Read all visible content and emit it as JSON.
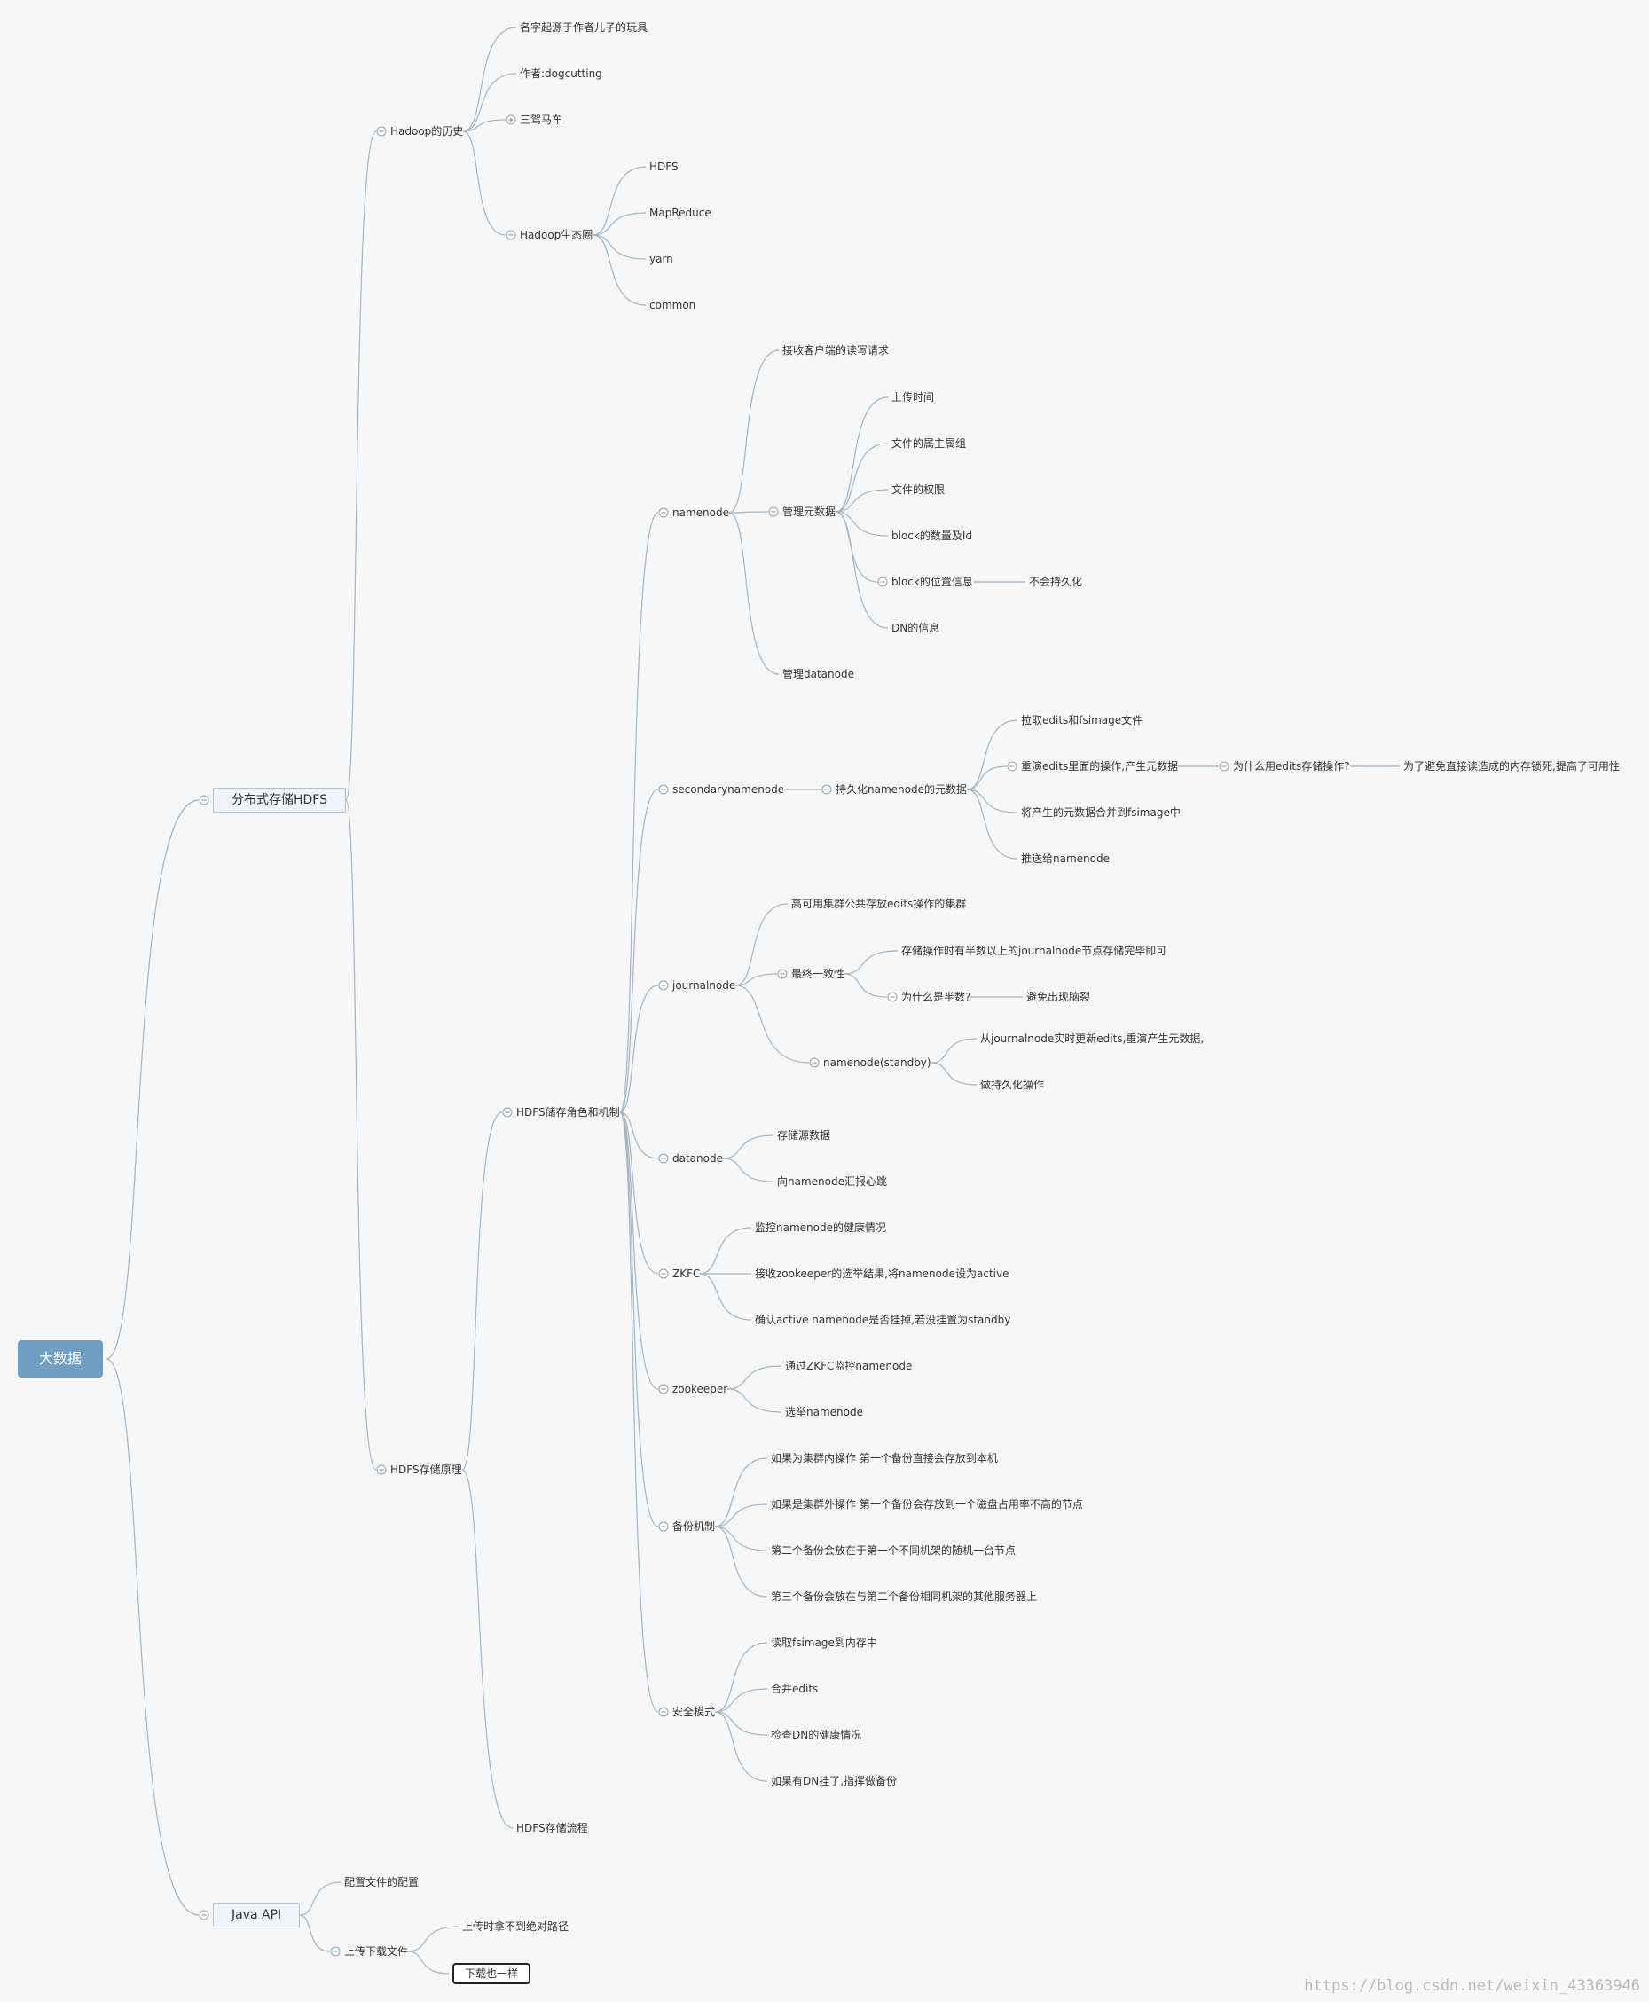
{
  "root": {
    "label": "大数据"
  },
  "n_hdfs": {
    "label": "分布式存储HDFS"
  },
  "n_hist": {
    "label": "Hadoop的历史"
  },
  "n_hist_name": {
    "label": "名字起源于作者儿子的玩具"
  },
  "n_hist_author": {
    "label": "作者:dogcutting"
  },
  "n_hist_3": {
    "label": "三驾马车"
  },
  "n_hist_eco": {
    "label": "Hadoop生态圈"
  },
  "n_eco_hdfs": {
    "label": "HDFS"
  },
  "n_eco_mr": {
    "label": "MapReduce"
  },
  "n_eco_yarn": {
    "label": "yarn"
  },
  "n_eco_common": {
    "label": "common"
  },
  "n_store": {
    "label": "HDFS存储原理"
  },
  "n_roles": {
    "label": "HDFS储存角色和机制"
  },
  "n_nn": {
    "label": "namenode"
  },
  "n_nn_req": {
    "label": "接收客户端的读写请求"
  },
  "n_nn_meta": {
    "label": "管理元数据"
  },
  "n_meta_time": {
    "label": "上传时间"
  },
  "n_meta_owner": {
    "label": "文件的属主属组"
  },
  "n_meta_perm": {
    "label": "文件的权限"
  },
  "n_meta_block": {
    "label": "block的数量及Id"
  },
  "n_meta_loc": {
    "label": "block的位置信息"
  },
  "n_meta_loc_np": {
    "label": "不会持久化"
  },
  "n_meta_dn": {
    "label": "DN的信息"
  },
  "n_nn_dn": {
    "label": "管理datanode"
  },
  "n_snn": {
    "label": "secondarynamenode"
  },
  "n_snn_persist": {
    "label": "持久化namenode的元数据"
  },
  "n_snn_pull": {
    "label": "拉取edits和fsimage文件"
  },
  "n_snn_replay": {
    "label": "重演edits里面的操作,产生元数据"
  },
  "n_snn_why": {
    "label": "为什么用edits存储操作?"
  },
  "n_snn_why_ans": {
    "label": "为了避免直接读造成的内存锁死,提高了可用性"
  },
  "n_snn_merge": {
    "label": "将产生的元数据合并到fsimage中"
  },
  "n_snn_push": {
    "label": "推送给namenode"
  },
  "n_jn": {
    "label": "journalnode"
  },
  "n_jn_ha": {
    "label": "高可用集群公共存放edits操作的集群"
  },
  "n_jn_cons": {
    "label": "最终一致性"
  },
  "n_jn_cons_half": {
    "label": "存储操作时有半数以上的journalnode节点存储完毕即可"
  },
  "n_jn_cons_why": {
    "label": "为什么是半数?"
  },
  "n_jn_cons_why_ans": {
    "label": "避免出现脑裂"
  },
  "n_jn_standby": {
    "label": "namenode(standby)"
  },
  "n_jn_sb_1": {
    "label": "从journalnode实时更新edits,重演产生元数据,"
  },
  "n_jn_sb_2": {
    "label": "做持久化操作"
  },
  "n_dn": {
    "label": "datanode"
  },
  "n_dn_store": {
    "label": "存储源数据"
  },
  "n_dn_hb": {
    "label": "向namenode汇报心跳"
  },
  "n_zkfc": {
    "label": "ZKFC"
  },
  "n_zkfc_1": {
    "label": "监控namenode的健康情况"
  },
  "n_zkfc_2": {
    "label": "接收zookeeper的选举结果,将namenode设为active"
  },
  "n_zkfc_3": {
    "label": "确认active namenode是否挂掉,若没挂置为standby"
  },
  "n_zk": {
    "label": "zookeeper"
  },
  "n_zk_1": {
    "label": "通过ZKFC监控namenode"
  },
  "n_zk_2": {
    "label": "选举namenode"
  },
  "n_bak": {
    "label": "备份机制"
  },
  "n_bak_1": {
    "label": "如果为集群内操作 第一个备份直接会存放到本机"
  },
  "n_bak_2": {
    "label": "如果是集群外操作 第一个备份会存放到一个磁盘占用率不高的节点"
  },
  "n_bak_3": {
    "label": "第二个备份会放在于第一个不同机架的随机一台节点"
  },
  "n_bak_4": {
    "label": "第三个备份会放在与第二个备份相同机架的其他服务器上"
  },
  "n_safe": {
    "label": "安全模式"
  },
  "n_safe_1": {
    "label": "读取fsimage到内存中"
  },
  "n_safe_2": {
    "label": "合并edits"
  },
  "n_safe_3": {
    "label": "检查DN的健康情况"
  },
  "n_safe_4": {
    "label": "如果有DN挂了,指挥做备份"
  },
  "n_flow": {
    "label": "HDFS存储流程"
  },
  "n_api": {
    "label": "Java API"
  },
  "n_api_conf": {
    "label": "配置文件的配置"
  },
  "n_api_updown": {
    "label": "上传下载文件"
  },
  "n_api_up": {
    "label": "上传时拿不到绝对路径"
  },
  "n_api_down": {
    "label": "下载也一样"
  },
  "watermark": "https://blog.csdn.net/weixin_43363946"
}
